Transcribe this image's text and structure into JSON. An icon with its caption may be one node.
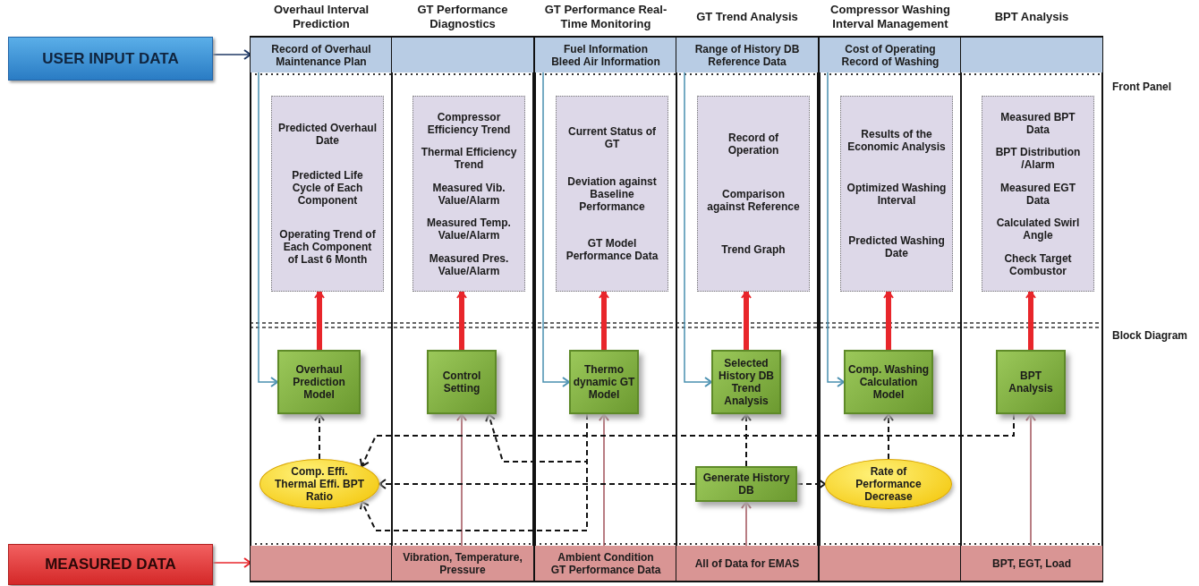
{
  "diagram": {
    "nodes": [
      {
        "text": [
          "USER INPUT DATA"
        ]
      },
      {
        "text": [
          "Overhaul Interval Prediction"
        ]
      },
      {
        "text": [
          "Record of Overhaul Maintenance Plan"
        ],
        "in": 1
      },
      {
        "text": [
          "Predicted Overhaul Date",
          "Predicted Life Cycle of Each Component",
          "Operating Trend of Each Component of Last 6 Month"
        ],
        "in": 1
      },
      {
        "text": [
          "Overhaul Prediction Model"
        ],
        "in": 1
      },
      {
        "text": [
          "Comp. Effi. Thermal Effi. BPT Ratio"
        ],
        "in": 1
      },
      {
        "text": [],
        "shape": "box",
        "in": 1
      },
      {
        "text": [
          "GT Performance Diagnostics"
        ]
      },
      {
        "text": [],
        "shape": "box",
        "in": 7
      },
      {
        "text": [
          "Compressor Efficiency Trend",
          "Thermal Efficiency Trend",
          "Measured Vib. Value/Alarm",
          "Measured Temp. Value/Alarm",
          "Measured Pres. Value/Alarm"
        ],
        "in": 7
      },
      {
        "text": [
          "Control Setting"
        ],
        "in": 7
      },
      {
        "text": [
          "Vibration, Temperature, Pressure"
        ],
        "in": 7
      },
      {
        "text": [
          "GT Performance Real-Time Monitoring"
        ]
      },
      {
        "text": [
          "Fuel Information",
          "Bleed Air Information"
        ],
        "in": 12
      },
      {
        "text": [
          "Current Status of GT",
          "Deviation against Baseline Performance",
          "GT Model Performance Data"
        ],
        "in": 12
      },
      {
        "text": [
          "Thermo dynamic GT Model"
        ],
        "in": 12
      },
      {
        "text": [
          "Ambient Condition",
          "GT Performance Data"
        ],
        "in": 12
      },
      {
        "text": [
          "GT Trend Analysis"
        ]
      },
      {
        "text": [
          "Range of History DB Reference Data"
        ],
        "in": 17
      },
      {
        "text": [
          "Record of Operation",
          "Comparison against Reference",
          "Trend Graph"
        ],
        "in": 17
      },
      {
        "text": [
          "Selected History DB Trend Analysis"
        ],
        "in": 17
      },
      {
        "text": [
          "Generate History DB"
        ],
        "in": 17
      },
      {
        "text": [
          "All of Data for EMAS"
        ],
        "in": 17
      },
      {
        "text": [
          "Compressor Washing Interval Management"
        ]
      },
      {
        "text": [
          "Cost of Operating",
          "Record of Washing"
        ],
        "in": 23
      },
      {
        "text": [
          "Results of the Economic Analysis",
          "Optimized Washing Interval",
          "Predicted Washing Date"
        ],
        "in": 23
      },
      {
        "text": [
          "Comp. Washing Calculation Model"
        ],
        "in": 23
      },
      {
        "text": [
          "Rate of Performance Decrease"
        ],
        "in": 23
      },
      {
        "text": [],
        "shape": "box",
        "in": 23
      },
      {
        "text": [
          "BPT Analysis"
        ]
      },
      {
        "text": [],
        "shape": "box",
        "in": 29
      },
      {
        "text": [
          "Measured BPT Data",
          "BPT Distribution /Alarm",
          "Measured EGT Data",
          "Calculated Swirl Angle",
          "Check Target Combustor"
        ],
        "in": 29
      },
      {
        "text": [
          "BPT Analysis"
        ],
        "in": 29
      },
      {
        "text": [
          "BPT, EGT, Load"
        ],
        "in": 29
      },
      {
        "text": [
          "MEASURED DATA"
        ]
      }
    ],
    "edges": [
      {
        "from": 0,
        "to": 2,
        "arrow": "to",
        "color": "#1f3864"
      },
      {
        "from": 34,
        "to": 6,
        "arrow": "to",
        "color": "#e8262b"
      },
      {
        "from": 2,
        "to": 4,
        "arrow": "to",
        "color": "#4a90b0"
      },
      {
        "from": 13,
        "to": 15,
        "arrow": "to",
        "color": "#4a90b0"
      },
      {
        "from": 18,
        "to": 20,
        "arrow": "to",
        "color": "#4a90b0"
      },
      {
        "from": 24,
        "to": 26,
        "arrow": "to",
        "color": "#4a90b0"
      },
      {
        "from": 4,
        "to": 3,
        "arrow": "to",
        "style": "thick",
        "color": "#e8262b"
      },
      {
        "from": 10,
        "to": 9,
        "arrow": "to",
        "style": "thick",
        "color": "#e8262b"
      },
      {
        "from": 15,
        "to": 14,
        "arrow": "to",
        "style": "thick",
        "color": "#e8262b"
      },
      {
        "from": 20,
        "to": 19,
        "arrow": "to",
        "style": "thick",
        "color": "#e8262b"
      },
      {
        "from": 26,
        "to": 25,
        "arrow": "to",
        "style": "thick",
        "color": "#e8262b"
      },
      {
        "from": 32,
        "to": 31,
        "arrow": "to",
        "style": "thick",
        "color": "#e8262b"
      },
      {
        "from": 11,
        "to": 10,
        "arrow": "to",
        "color": "#a0525a"
      },
      {
        "from": 16,
        "to": 15,
        "arrow": "to",
        "color": "#a0525a"
      },
      {
        "from": 22,
        "to": 21,
        "arrow": "to",
        "color": "#a0525a"
      },
      {
        "from": 33,
        "to": 32,
        "arrow": "to",
        "color": "#a0525a"
      },
      {
        "from": 5,
        "to": 4,
        "arrow": "to",
        "style": "dashed"
      },
      {
        "from": 15,
        "to": 10,
        "arrow": "to",
        "style": "dashed"
      },
      {
        "from": 15,
        "to": 5,
        "arrow": "to",
        "style": "dashed"
      },
      {
        "from": 32,
        "to": 5,
        "arrow": "to",
        "style": "dashed"
      },
      {
        "from": 21,
        "to": 5,
        "arrow": "to",
        "style": "dashed"
      },
      {
        "from": 21,
        "to": 27,
        "arrow": "to",
        "style": "dashed"
      },
      {
        "from": 21,
        "to": 20,
        "arrow": "to",
        "style": "dashed"
      },
      {
        "from": 27,
        "to": 26,
        "arrow": "to",
        "style": "dashed"
      }
    ],
    "labels": [
      "Front Panel",
      "Block Diagram"
    ]
  }
}
